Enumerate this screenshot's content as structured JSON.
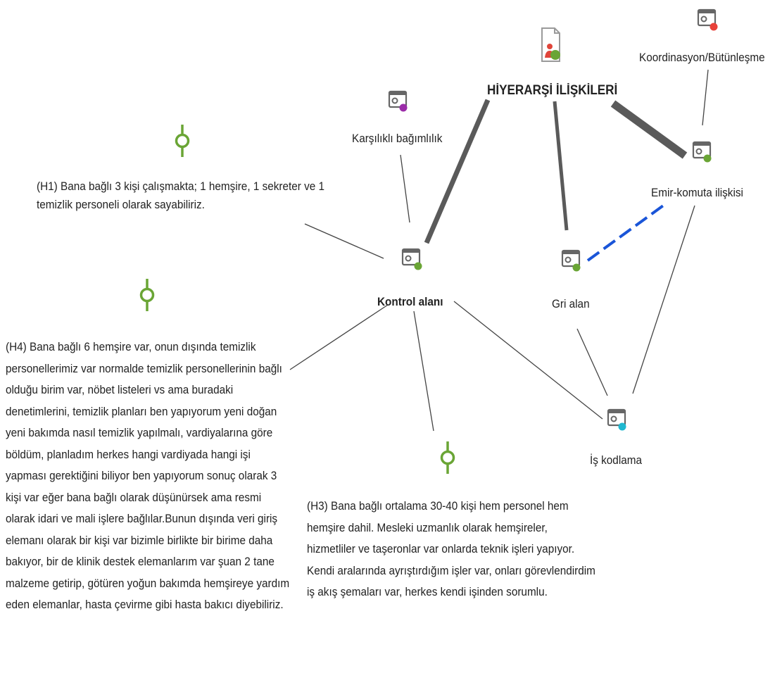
{
  "nodes": {
    "hierarchy": {
      "label": "HİYERARŞİ İLİŞKİLERİ",
      "icon": "document-person-icon"
    },
    "coordination": {
      "label": "Koordinasyon/Bütünleşme",
      "icon": "code-node-icon",
      "dot_color": "#e8413a"
    },
    "mutual": {
      "label": "Karşılıklı bağımlılık",
      "icon": "code-node-icon",
      "dot_color": "#9b2ca8"
    },
    "command": {
      "label": "Emir-komuta ilişkisi",
      "icon": "code-node-icon",
      "dot_color": "#6aa535"
    },
    "control": {
      "label": "Kontrol alanı",
      "icon": "code-node-icon",
      "dot_color": "#6aa535"
    },
    "gray": {
      "label": "Gri alan",
      "icon": "code-node-icon",
      "dot_color": "#6aa535"
    },
    "jobcoding": {
      "label": "İş kodlama",
      "icon": "code-node-icon",
      "dot_color": "#20b8d0"
    }
  },
  "quotes": {
    "h1": {
      "text": "(H1) Bana bağlı 3 kişi çalışmakta; 1 hemşire, 1 sekreter ve 1 temizlik personeli olarak sayabiliriz.",
      "icon": "quote-pin-icon"
    },
    "h4": {
      "text": "(H4) Bana bağlı 6 hemşire var, onun dışında temizlik personellerimiz var normalde temizlik personellerinin bağlı olduğu birim var, nöbet listeleri vs ama buradaki denetimlerini, temizlik planları ben yapıyorum yeni doğan yeni bakımda nasıl temizlik yapılmalı, vardiyalarına göre böldüm, planladım herkes hangi vardiyada hangi işi yapması gerektiğini biliyor ben yapıyorum sonuç olarak 3 kişi var eğer bana bağlı olarak düşünürsek ama resmi olarak idari ve mali işlere bağlılar.Bunun dışında veri giriş elemanı olarak bir kişi var bizimle birlikte bir birime daha bakıyor, bir de klinik destek elemanlarım var şuan 2 tane malzeme getirip, götüren yoğun bakımda hemşireye yardım eden elemanlar, hasta çevirme gibi hasta bakıcı diyebiliriz.",
      "icon": "quote-pin-icon"
    },
    "h3": {
      "text": "(H3) Bana bağlı ortalama 30-40 kişi hem personel hem hemşire dahil. Mesleki uzmanlık olarak hemşireler, hizmetliler ve taşeronlar var onlarda teknik işleri yapıyor. Kendi aralarında ayrıştırdığım işler var, onları görevlendirdim iş akış şemaları var, herkes kendi işinden sorumlu.",
      "icon": "quote-pin-icon"
    }
  },
  "colors": {
    "code_green": "#6aa535",
    "edge_gray": "#4a4a4a",
    "edge_dashed_blue": "#1a55d8",
    "quote_icon": "#6aa535",
    "doc_icon_red": "#e0453a"
  }
}
